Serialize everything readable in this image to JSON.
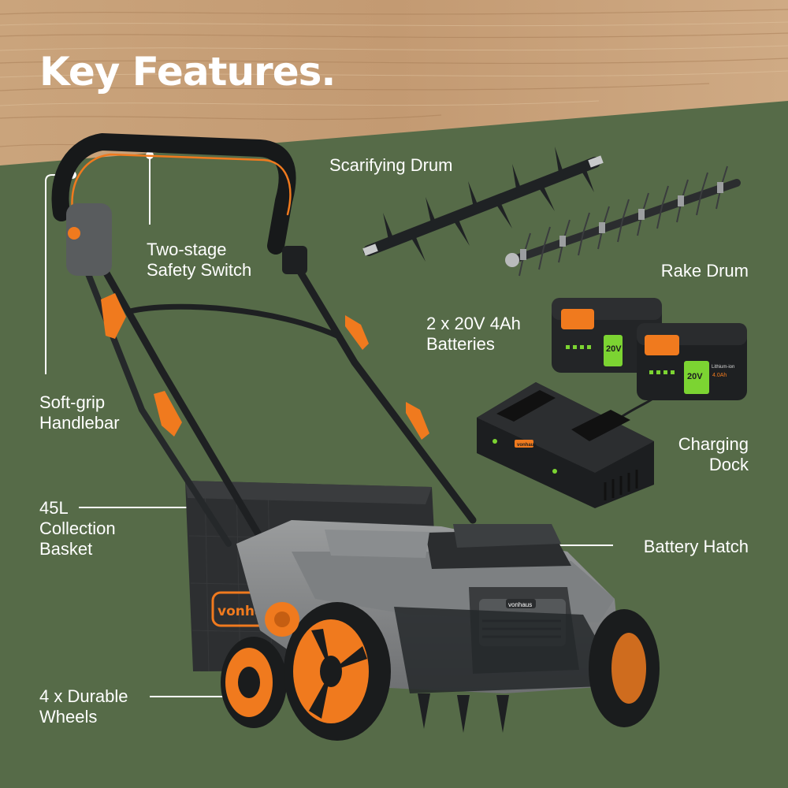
{
  "title": "Key Features.",
  "brand": "vonhaus",
  "battery_voltage": "20V",
  "battery_capacity": "4.0Ah",
  "battery_type": "Lithium-ion",
  "colors": {
    "wood": "#c9a17a",
    "background": "#566b48",
    "accent": "#f07a1e",
    "text": "#ffffff",
    "battery_green": "#7cd432"
  },
  "callouts": {
    "scarifying_drum": "Scarifying Drum",
    "two_stage_switch": [
      "Two-stage",
      "Safety Switch"
    ],
    "rake_drum": "Rake Drum",
    "batteries": [
      "2 x 20V 4Ah",
      "Batteries"
    ],
    "soft_grip": [
      "Soft-grip",
      "Handlebar"
    ],
    "charging_dock": [
      "Charging",
      "Dock"
    ],
    "collection_basket": [
      "45L",
      "Collection",
      "Basket"
    ],
    "battery_hatch": "Battery Hatch",
    "wheels": [
      "4 x Durable",
      "Wheels"
    ]
  }
}
